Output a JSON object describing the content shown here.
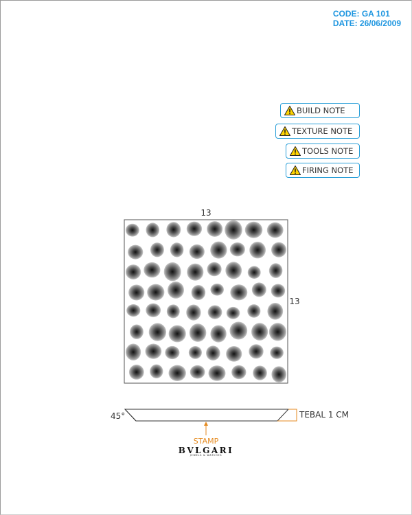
{
  "header": {
    "code": "CODE: GA 101",
    "date": "DATE: 26/06/2009"
  },
  "notes": [
    {
      "label": "BUILD NOTE",
      "icon": "warning-icon"
    },
    {
      "label": "TEXTURE NOTE",
      "icon": "warning-icon"
    },
    {
      "label": "TOOLS NOTE",
      "icon": "warning-icon"
    },
    {
      "label": "FIRING NOTE",
      "icon": "warning-icon"
    }
  ],
  "tile": {
    "top_dimension": "13",
    "side_dimension": "13",
    "texture": "pebble-stone"
  },
  "profile": {
    "angle_label": "45°",
    "thickness_label": "TEBAL 1 CM"
  },
  "stamp": {
    "label": "STAMP",
    "logo_text": "BVLGARI",
    "logo_subtext": "JEWELS & WATCHES"
  },
  "colors": {
    "header_blue": "#1e96e0",
    "note_border": "#2a9fd8",
    "warning_yellow": "#ffd400",
    "stamp_orange": "#e58a1f"
  }
}
